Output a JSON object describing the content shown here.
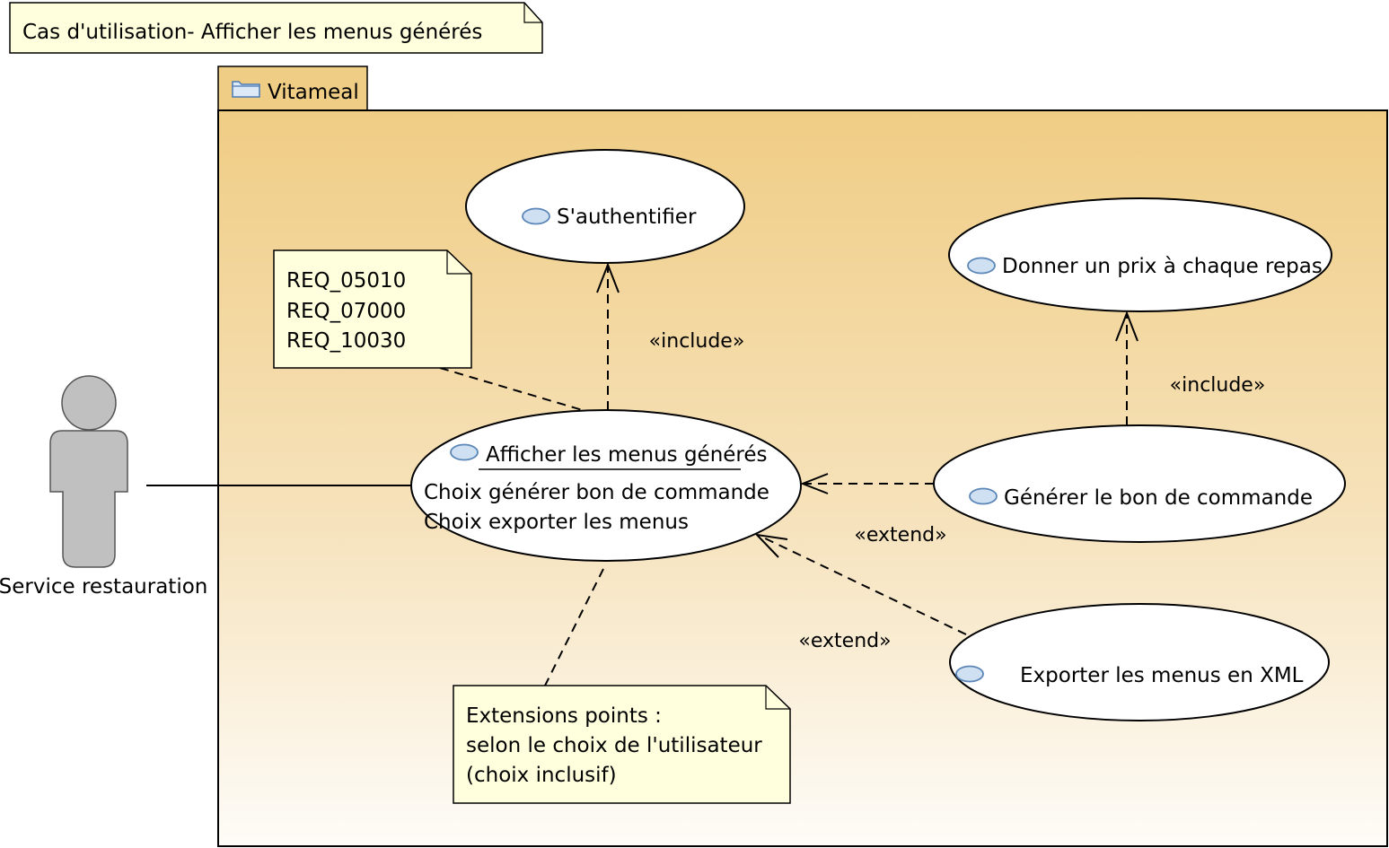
{
  "diagram": {
    "title_note": "Cas d'utilisation- Afficher les menus générés",
    "package": {
      "name": "Vitameal"
    },
    "actor": {
      "name": "Service restauration"
    },
    "use_cases": {
      "authentifier": "S'authentifier",
      "prix": "Donner un prix à chaque repas",
      "afficher": {
        "name": "Afficher les menus générés",
        "ext_point_1": "Choix générer bon de commande",
        "ext_point_2": "Choix exporter les menus"
      },
      "generer": "Générer le bon de commande",
      "exporter": "Exporter les menus en XML"
    },
    "notes": {
      "requirements": [
        "REQ_05010",
        "REQ_07000",
        "REQ_10030"
      ],
      "extensions": [
        "Extensions points :",
        "selon le choix de l'utilisateur",
        "(choix inclusif)"
      ]
    },
    "relations": {
      "include_auth": "«include»",
      "include_prix": "«include»",
      "extend_generer": "«extend»",
      "extend_exporter": "«extend»"
    },
    "colors": {
      "package_top": "#f0cd85",
      "package_bottom": "#fefcf8",
      "note_fill": "#ffffdd",
      "actor_fill": "#c0c0c0",
      "usecase_icon": "#cfe0f2",
      "usecase_icon_stroke": "#5b86b8"
    }
  }
}
